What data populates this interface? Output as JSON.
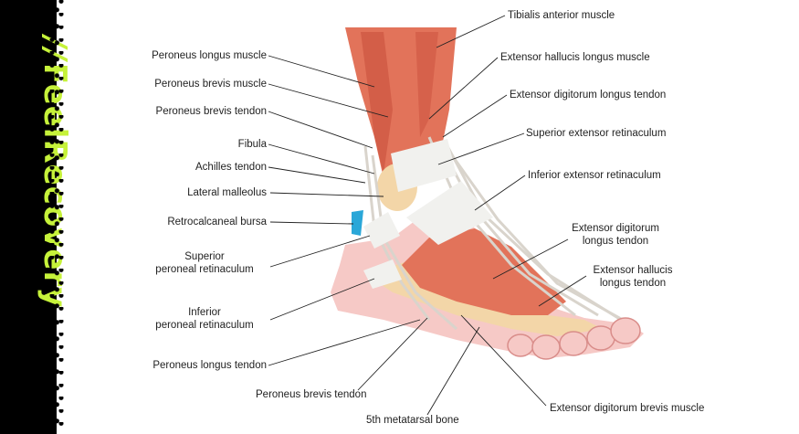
{
  "brand": {
    "text": "FeelRecovery",
    "mark": "//",
    "color": "#c6f23a"
  },
  "labels": {
    "tibialis_anterior": "Tibialis anterior muscle",
    "ext_hallucis_longus_muscle": "Extensor hallucis longus muscle",
    "ext_digitorum_longus_tendon_top": "Extensor digitorum longus tendon",
    "superior_ext_retinaculum": "Superior extensor retinaculum",
    "inferior_ext_retinaculum": "Inferior extensor retinaculum",
    "ext_digitorum_longus_tendon_line1": "Extensor digitorum",
    "ext_digitorum_longus_tendon_line2": "longus tendon",
    "ext_hallucis_longus_tendon_line1": "Extensor hallucis",
    "ext_hallucis_longus_tendon_line2": "longus tendon",
    "ext_digitorum_brevis": "Extensor digitorum brevis muscle",
    "metatarsal": "5th metatarsal bone",
    "peroneus_brevis_tendon_bottom": "Peroneus brevis tendon",
    "peroneus_longus_tendon": "Peroneus longus tendon",
    "inferior_peroneal_line1": "Inferior",
    "inferior_peroneal_line2": "peroneal retinaculum",
    "superior_peroneal_line1": "Superior",
    "superior_peroneal_line2": "peroneal retinaculum",
    "retrocalcaneal_bursa": "Retrocalcaneal bursa",
    "lateral_malleolus": "Lateral malleolus",
    "achilles_tendon": "Achilles tendon",
    "fibula": "Fibula",
    "peroneus_brevis_tendon_top": "Peroneus brevis tendon",
    "peroneus_brevis_muscle": "Peroneus brevis muscle",
    "peroneus_longus_muscle": "Peroneus longus muscle"
  },
  "colors": {
    "muscle": "#e2735a",
    "muscle_dark": "#c9503c",
    "skin": "#f6c9c6",
    "bone": "#f3d6a8",
    "retinaculum": "#f1f1ee",
    "tendon": "#d9d4cc",
    "bursa": "#2aa7d8",
    "leader": "#222222"
  }
}
